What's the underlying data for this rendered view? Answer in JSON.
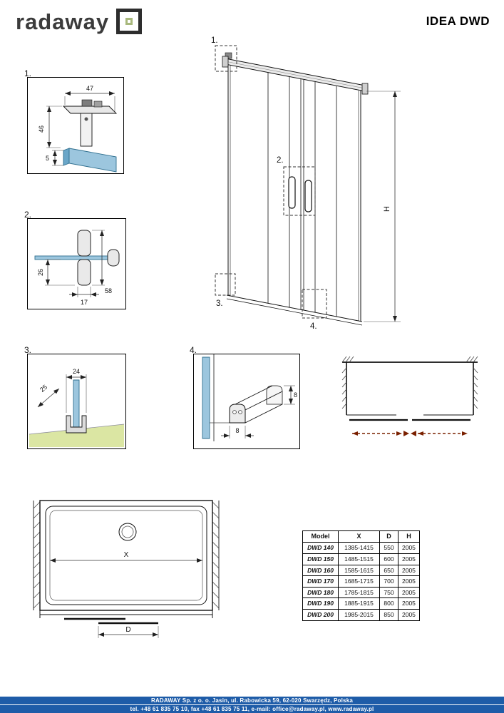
{
  "header": {
    "logo_text": "radaway",
    "title": "IDEA DWD"
  },
  "drawings": {
    "main": {
      "callouts": {
        "c1": "1.",
        "c2": "2.",
        "c3": "3.",
        "c4": "4."
      },
      "height_label": "H"
    },
    "detail1": {
      "label": "1.",
      "dim_top": "47",
      "dim_side": "46",
      "dim_glass": "5"
    },
    "detail2": {
      "label": "2.",
      "dim_side": "26",
      "dim_bottom": "17",
      "dim_height": "58"
    },
    "detail3": {
      "label": "3.",
      "dim_depth": "25",
      "dim_width": "24"
    },
    "detail4": {
      "label": "4.",
      "dim_height": "8",
      "dim_width": "8"
    },
    "plan": {
      "width_label": "X",
      "door_label": "D"
    }
  },
  "table": {
    "headers": [
      "Model",
      "X",
      "D",
      "H"
    ],
    "rows": [
      [
        "DWD 140",
        "1385-1415",
        "550",
        "2005"
      ],
      [
        "DWD 150",
        "1485-1515",
        "600",
        "2005"
      ],
      [
        "DWD 160",
        "1585-1615",
        "650",
        "2005"
      ],
      [
        "DWD 170",
        "1685-1715",
        "700",
        "2005"
      ],
      [
        "DWD 180",
        "1785-1815",
        "750",
        "2005"
      ],
      [
        "DWD 190",
        "1885-1915",
        "800",
        "2005"
      ],
      [
        "DWD 200",
        "1985-2015",
        "850",
        "2005"
      ]
    ]
  },
  "footer": {
    "address": "RADAWAY Sp. z o. o. Jasin, ul. Rabowicka 59, 62-020 Swarzędz, Polska",
    "contact": "tel. +48 61 835 75 10, fax +48 61 835 75 11, e-mail: office@radaway.pl, www.radaway.pl"
  },
  "colors": {
    "footer-blue": "#1e5ca8",
    "glass-blue": "#9cc6de",
    "glass-edge": "#2e6e8e",
    "floor-green": "#dbe6a3",
    "slide-arrow-red": "#7a2000",
    "logo-olive": "#a8b87c"
  }
}
